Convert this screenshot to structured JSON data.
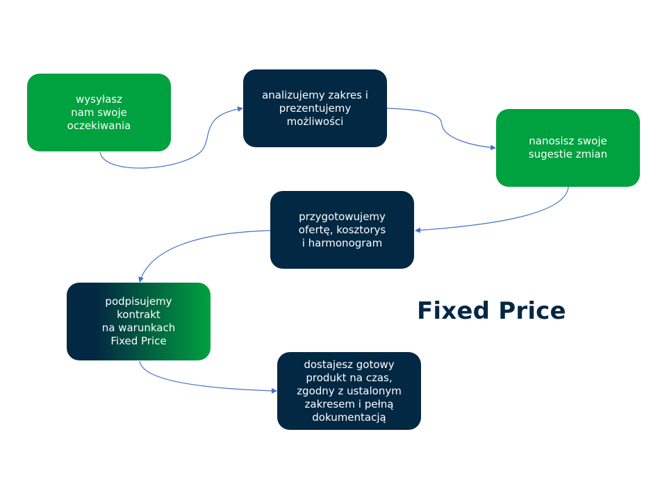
{
  "title": "Fixed Price",
  "colors": {
    "green": "#00a13f",
    "navy": "#032843",
    "connector": "#4472c4"
  },
  "steps": [
    {
      "text": "wysyłasz\nnam swoje\noczekiwania",
      "style": "green"
    },
    {
      "text": "analizujemy zakres i\nprezentujemy\nmożliwości",
      "style": "navy"
    },
    {
      "text": "nanosisz swoje\nsugestie zmian",
      "style": "green"
    },
    {
      "text": "przygotowujemy\nofertę, kosztorys\ni harmonogram",
      "style": "navy"
    },
    {
      "text": "podpisujemy\nkontrakt\nna warunkach\nFixed Price",
      "style": "gradient"
    },
    {
      "text": "dostajesz gotowy\nprodukt na czas,\nzgodny z ustalonym\nzakresem i pełną\ndokumentacją",
      "style": "navy"
    }
  ],
  "connectors": [
    {
      "from": 1,
      "to": 2
    },
    {
      "from": 2,
      "to": 3
    },
    {
      "from": 3,
      "to": 4
    },
    {
      "from": 4,
      "to": 5
    },
    {
      "from": 5,
      "to": 6
    }
  ]
}
